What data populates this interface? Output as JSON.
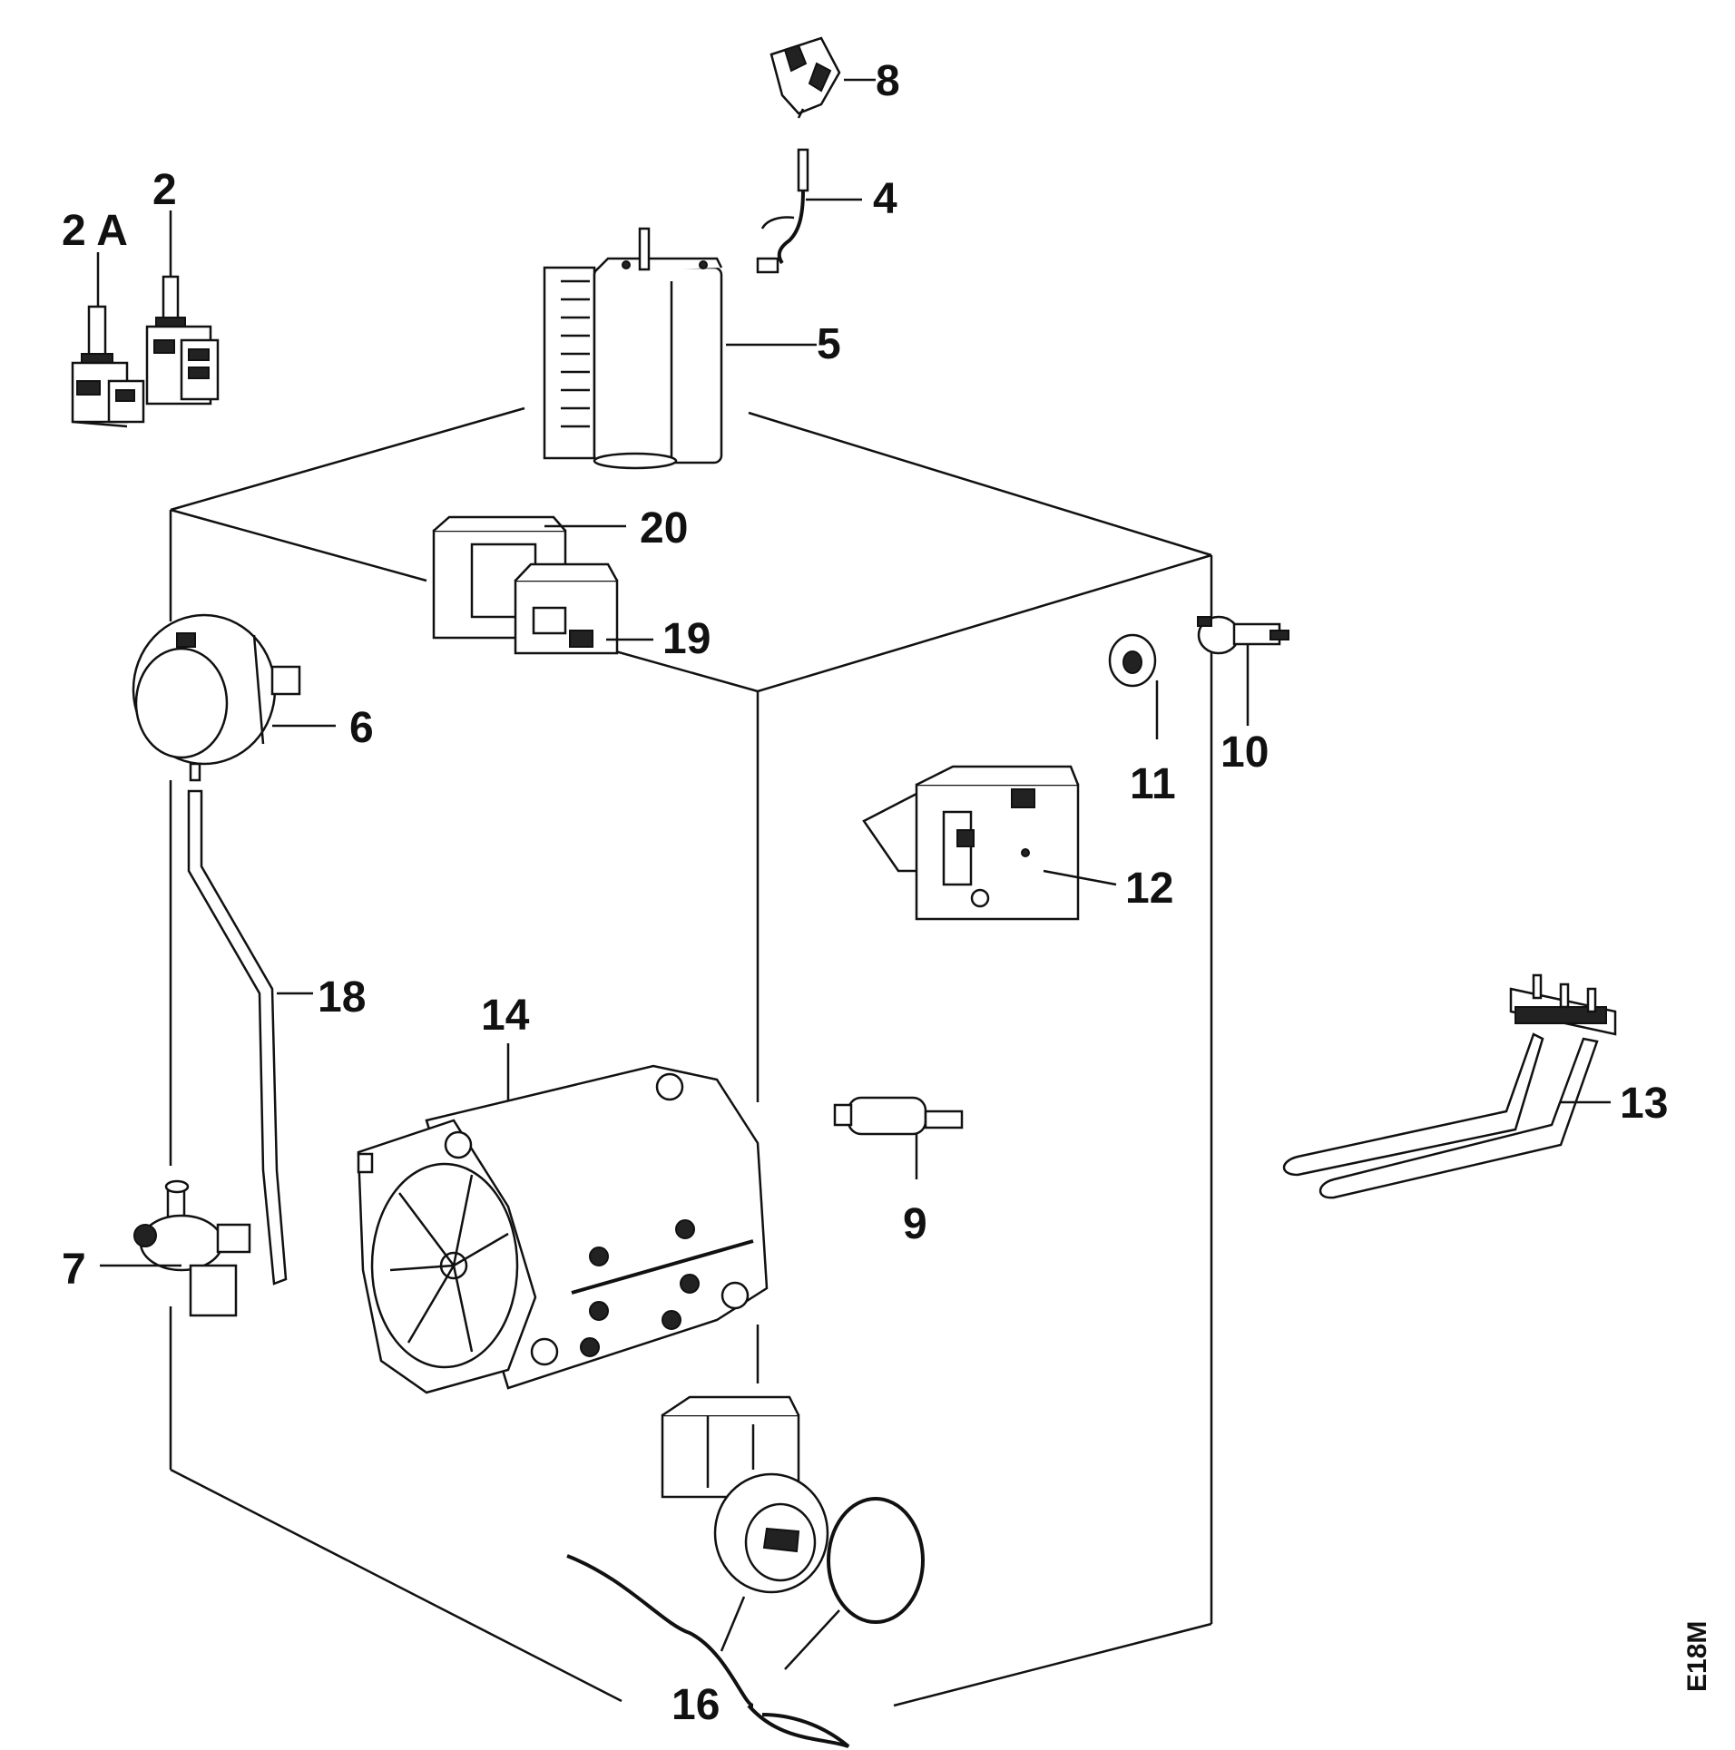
{
  "diagram": {
    "labels": {
      "p2a": "2 A",
      "p2": "2",
      "p4": "4",
      "p5": "5",
      "p6": "6",
      "p7": "7",
      "p8": "8",
      "p9": "9",
      "p10": "10",
      "p11": "11",
      "p12": "12",
      "p13": "13",
      "p14": "14",
      "p16": "16",
      "p18": "18",
      "p19": "19",
      "p20": "20"
    },
    "code": "E18M"
  }
}
